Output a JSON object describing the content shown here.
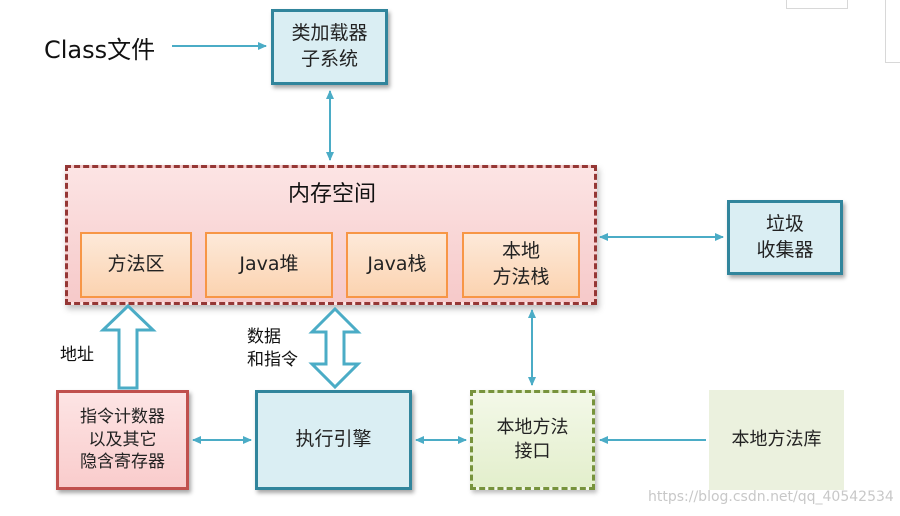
{
  "class_file": "Class文件",
  "class_loader": "类加载器\n子系统",
  "memory": {
    "title": "内存空间",
    "areas": [
      "方法区",
      "Java堆",
      "Java栈",
      "本地\n方法栈"
    ]
  },
  "gc": "垃圾\n收集器",
  "address_label": "地址",
  "data_instr_label": "数据\n和指令",
  "pc_registers": "指令计数器\n以及其它\n隐含寄存器",
  "exec_engine": "执行引擎",
  "native_interface": "本地方法\n接口",
  "native_library": "本地方法库",
  "watermark": "https://blog.csdn.net/qq_40542534",
  "colors": {
    "arrow": "#4bacc6",
    "blue_border": "#31859c",
    "orange_border": "#f79646",
    "memory_border": "#953735",
    "pc_border": "#c0504d",
    "native_if_border": "#77933c",
    "native_lib_bg": "#ebf1de"
  }
}
